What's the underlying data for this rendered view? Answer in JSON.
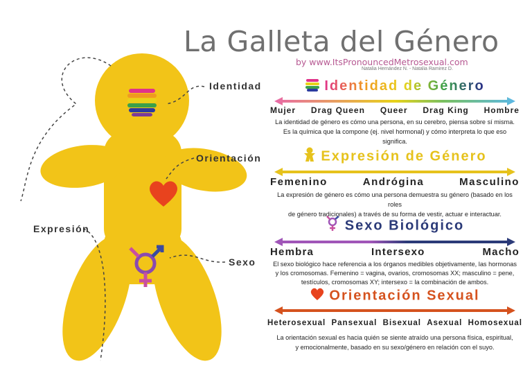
{
  "title": "La Galleta del Género",
  "byline": "by www.ItsPronouncedMetrosexual.com",
  "authors": "Natalia Hernández N. - Natalia Ramirez D.",
  "figure": {
    "body_color": "#f2c418",
    "labels": {
      "identidad": "Identidad",
      "orientacion": "Orientación",
      "expresion": "Expresión",
      "sexo": "Sexo"
    }
  },
  "sections": [
    {
      "heading": "Identidad de Género",
      "icon": "rainbow-brain-icon",
      "colors": [
        "#e0338a",
        "#e8d21a",
        "#2c7b3a",
        "#2a2a8a",
        "#5bb8e6"
      ],
      "labels": [
        "Mujer",
        "Drag Queen",
        "Queer",
        "Drag King",
        "Hombre"
      ],
      "description": [
        "La identidad de género es cómo una persona, en su cerebro, piensa sobre sí misma.",
        "Es la química que la compone (ej. nivel hormonal) y cómo interpreta lo que eso significa."
      ]
    },
    {
      "heading": "Expresión de Género",
      "icon": "person-icon",
      "colors": [
        "#e6c21c"
      ],
      "labels": [
        "Femenino",
        "Andrógina",
        "Masculino"
      ],
      "description": [
        "La expresión de género es cómo una persona demuestra su género (basado en los roles",
        "de género tradicionales) a través de su forma de vestir, actuar e interactuar."
      ]
    },
    {
      "heading": "Sexo Biológico",
      "icon": "transgender-symbol-icon",
      "colors": [
        "#a056b8",
        "#2b3a78"
      ],
      "labels": [
        "Hembra",
        "Intersexo",
        "Macho"
      ],
      "description": [
        "El sexo biológico hace referencia a los órganos medibles objetivamente, las hormonas",
        "y los cromosomas. Femenino = vagina, ovarios, cromosomas XX; masculino = pene,",
        "testículos, cromosomas XY; intersexo = la combinación de ambos."
      ]
    },
    {
      "heading": "Orientación Sexual",
      "icon": "heart-icon",
      "colors": [
        "#d5521e"
      ],
      "labels": [
        "Heterosexual",
        "Pansexual",
        "Bisexual",
        "Asexual",
        "Homosexual"
      ],
      "description": [
        "La orientación sexual es hacia quién se siente atraído una persona física, espiritual,",
        "y emocionalmente, basado en su sexo/género en relación con el suyo."
      ]
    }
  ]
}
